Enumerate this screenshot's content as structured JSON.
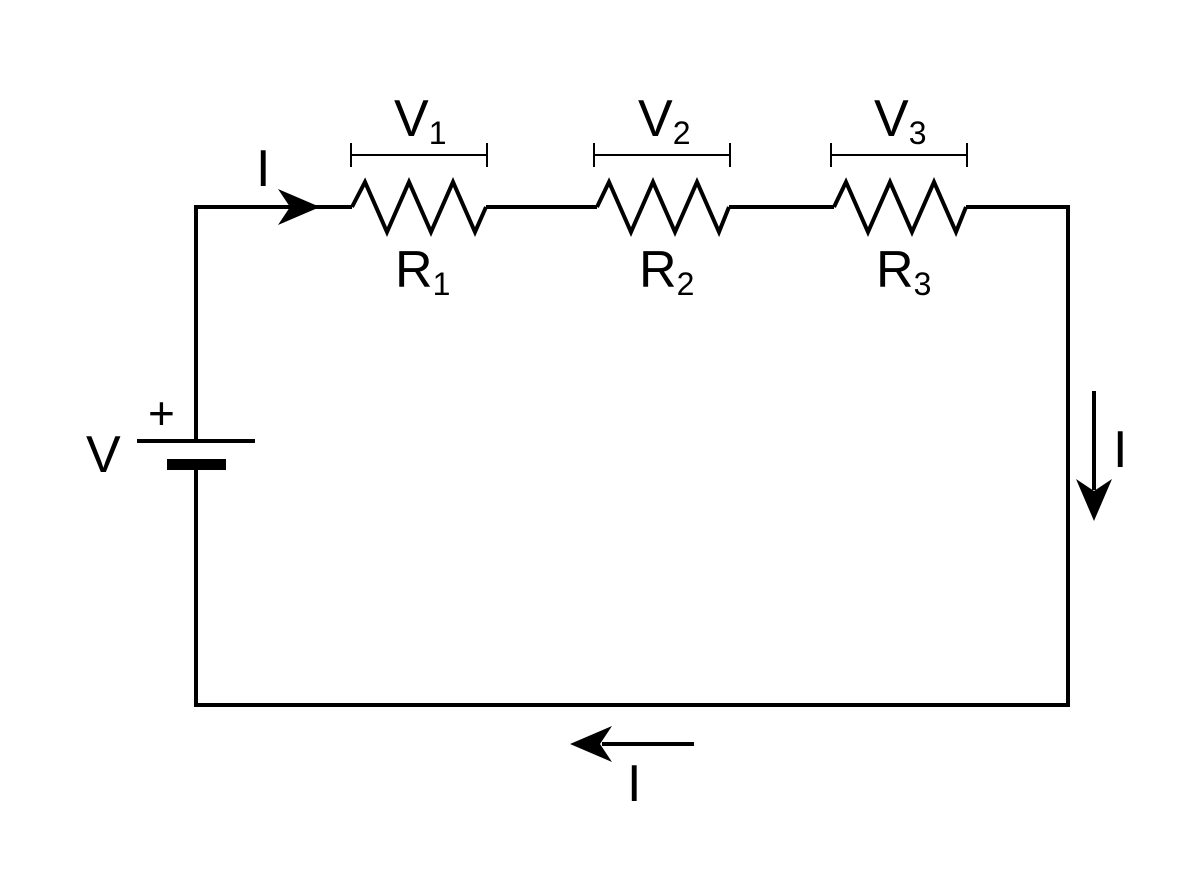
{
  "battery": {
    "label": "V",
    "polarity": "+"
  },
  "current": {
    "label": "I"
  },
  "resistors": [
    {
      "label": "R",
      "subscript": "1",
      "voltage_label": "V",
      "voltage_subscript": "1"
    },
    {
      "label": "R",
      "subscript": "2",
      "voltage_label": "V",
      "voltage_subscript": "2"
    },
    {
      "label": "R",
      "subscript": "3",
      "voltage_label": "V",
      "voltage_subscript": "3"
    }
  ],
  "colors": {
    "line": "#000000",
    "background": "#ffffff"
  }
}
